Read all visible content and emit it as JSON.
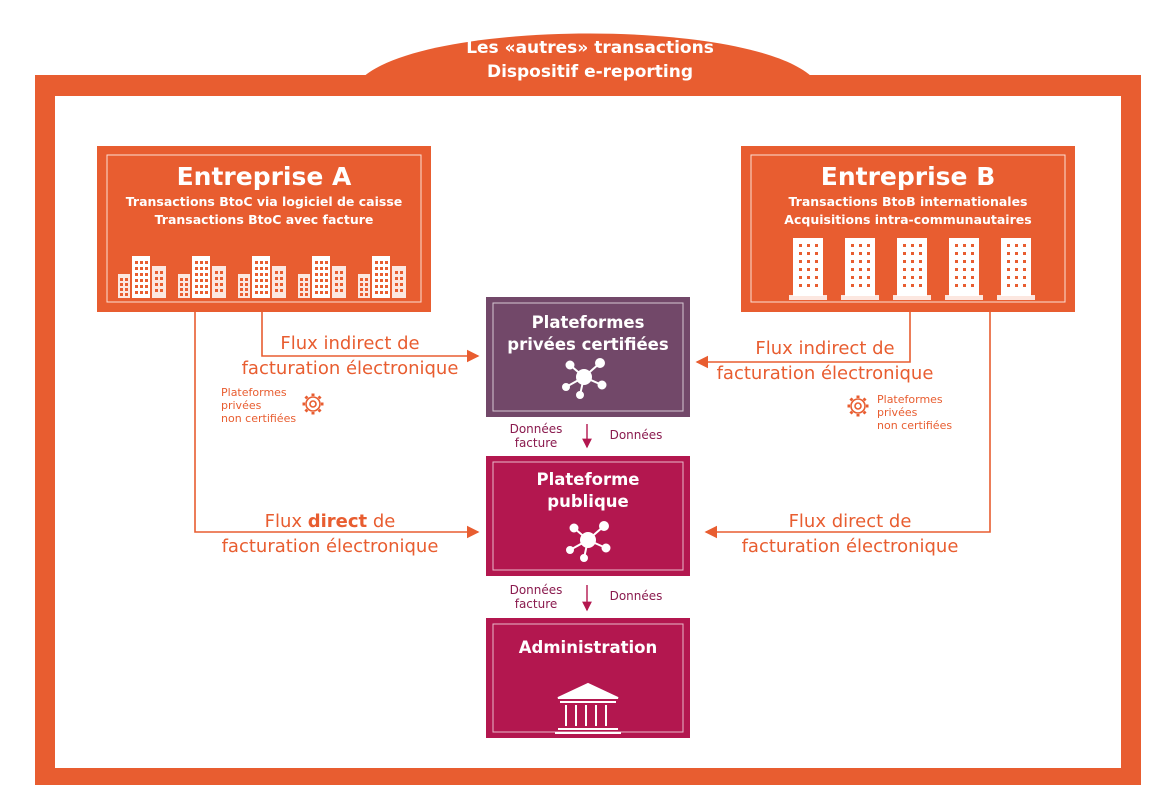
{
  "header": {
    "line1": "Les «autres» transactions",
    "line2": "Dispositif e-reporting"
  },
  "entreprise_a": {
    "title": "Entreprise A",
    "line1": "Transactions BtoC via logiciel de caisse",
    "line2": "Transactions BtoC avec facture"
  },
  "entreprise_b": {
    "title": "Entreprise B",
    "line1": "Transactions BtoB internationales",
    "line2": "Acquisitions intra-communautaires"
  },
  "plateformes_privees": {
    "line1": "Plateformes",
    "line2": "privées certifiées"
  },
  "plateforme_publique": {
    "line1": "Plateforme",
    "line2": "publique"
  },
  "administration": {
    "title": "Administration"
  },
  "flows": {
    "indirect_left": {
      "line1": "Flux indirect de",
      "line2": "facturation électronique"
    },
    "indirect_right": {
      "line1": "Flux indirect de",
      "line2": "facturation électronique"
    },
    "direct_left": {
      "prefix": "Flux ",
      "bold": "direct",
      "suffix": " de",
      "line2": "facturation électronique"
    },
    "direct_right": {
      "line1": "Flux direct de",
      "line2": "facturation électronique"
    }
  },
  "non_certified": {
    "line1": "Plateformes",
    "line2": "privées",
    "line3": "non certifiées"
  },
  "data_labels": {
    "donnees": "Données",
    "facture": "facture"
  },
  "colors": {
    "orange": "#e85d30",
    "purple": "#724869",
    "magenta": "#b3174f",
    "data_text": "#8a1a4e"
  },
  "icons": {
    "buildings": "building-icon",
    "network": "network-hub-icon",
    "gear": "gear-icon",
    "institution": "bank-building-icon"
  }
}
